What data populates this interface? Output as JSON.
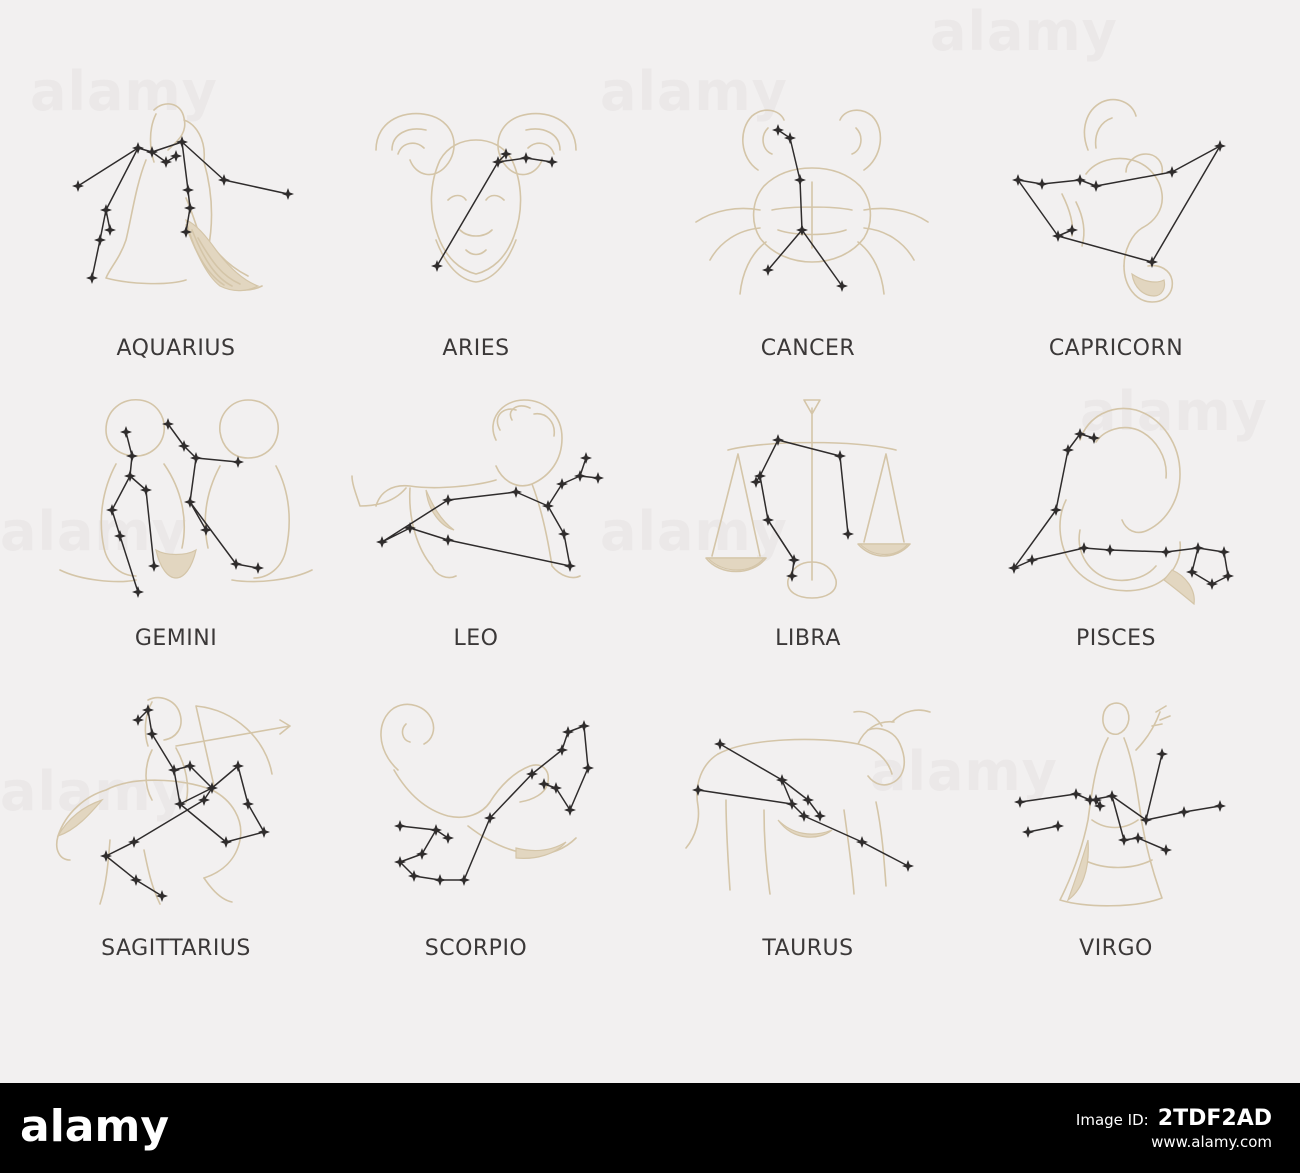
{
  "watermark": {
    "text": "alamy"
  },
  "signs": [
    {
      "label": "AQUARIUS"
    },
    {
      "label": "ARIES"
    },
    {
      "label": "CANCER"
    },
    {
      "label": "CAPRICORN"
    },
    {
      "label": "GEMINI"
    },
    {
      "label": "LEO"
    },
    {
      "label": "LIBRA"
    },
    {
      "label": "PISCES"
    },
    {
      "label": "SAGITTARIUS"
    },
    {
      "label": "SCORPIO"
    },
    {
      "label": "TAURUS"
    },
    {
      "label": "VIRGO"
    }
  ],
  "footer": {
    "logo_text": "alamy",
    "image_id_label": "Image ID:",
    "image_id": "2TDF2AD",
    "url": "www.alamy.com"
  },
  "colors": {
    "background": "#f2f0f0",
    "sketch": "#d4c5a8",
    "constellation": "#2f2c2c",
    "label": "#3b3838",
    "footer": "#000000"
  }
}
